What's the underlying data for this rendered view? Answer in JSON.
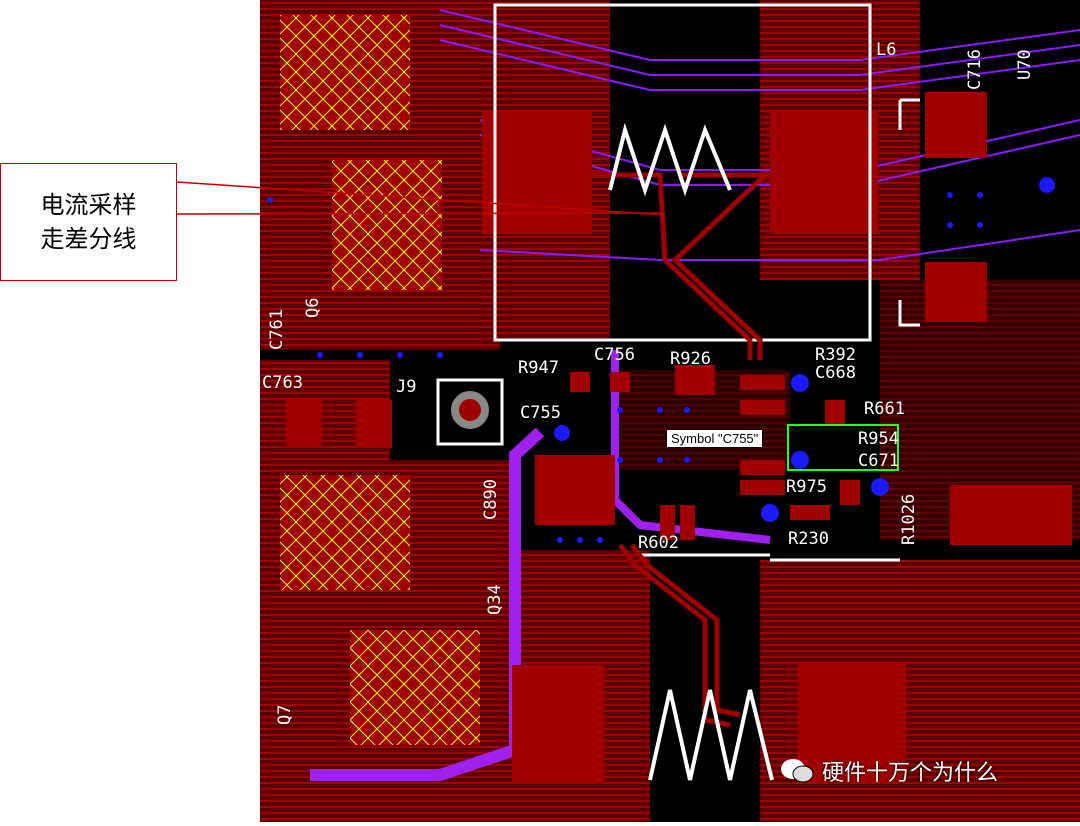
{
  "callout": {
    "line1": "电流采样",
    "line2": "走差分线"
  },
  "tooltip": "Symbol \"C755\"",
  "watermark": {
    "text": "硬件十万个为什么",
    "icon": "wechat-icon"
  },
  "refdes": {
    "l6": "L6",
    "c716": "C716",
    "u70": "U70",
    "c761": "C761",
    "q6": "Q6",
    "c763": "C763",
    "j9": "J9",
    "c890": "C890",
    "q34": "Q34",
    "q7": "Q7",
    "r947": "R947",
    "c756": "C756",
    "r926": "R926",
    "r392": "R392",
    "c668": "C668",
    "r661": "R661",
    "r954": "R954",
    "c671": "C671",
    "r975": "R975",
    "r230": "R230",
    "c755": "C755",
    "r602": "R602",
    "r1026": "R1026"
  },
  "colors": {
    "copper_top": "#a00000",
    "copper_inner": "#8a1aff",
    "silkscreen": "#ffffff",
    "via": "#1a1aff",
    "assembly": "#ffff00",
    "callout_border": "#c00000"
  }
}
